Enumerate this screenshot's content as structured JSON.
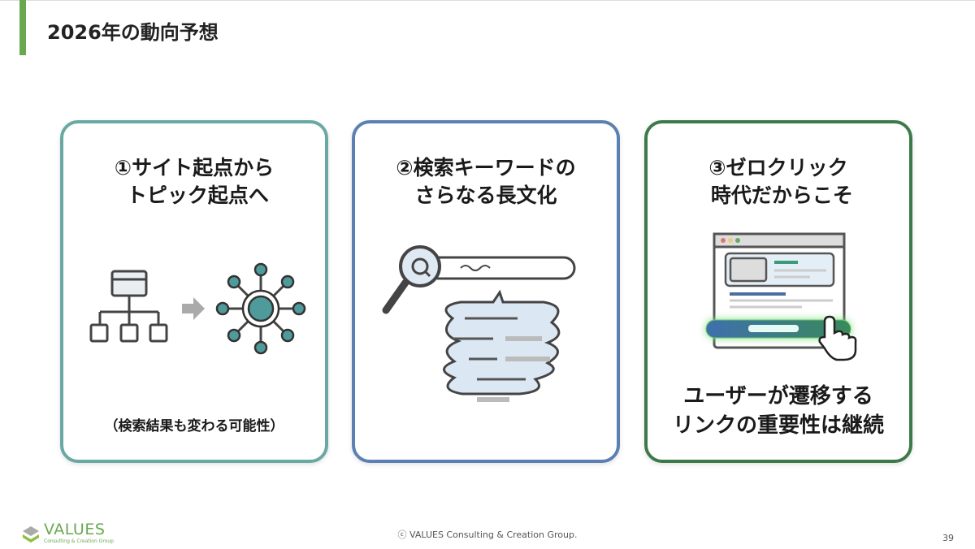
{
  "header": {
    "title": "2026年の動向予想"
  },
  "cards": [
    {
      "title": "①サイト起点から\n トピック起点へ",
      "note": "（検索結果も変わる可能性）"
    },
    {
      "title": "②検索キーワードの\nさらなる長文化"
    },
    {
      "title": "③ゼロクリック\n 時代だからこそ",
      "bottom": "ユーザーが遷移する\nリンクの重要性は継続"
    }
  ],
  "footer": {
    "logo_name": "VALUES",
    "logo_sub": "Consulting & Creation Group",
    "copyright": "ⓒ VALUES Consulting & Creation Group.",
    "page": "39"
  },
  "colors": {
    "accent": "#6aa84f",
    "card1": "#6aa8a4",
    "card2": "#5b80b2",
    "card3": "#3d7a4a"
  }
}
